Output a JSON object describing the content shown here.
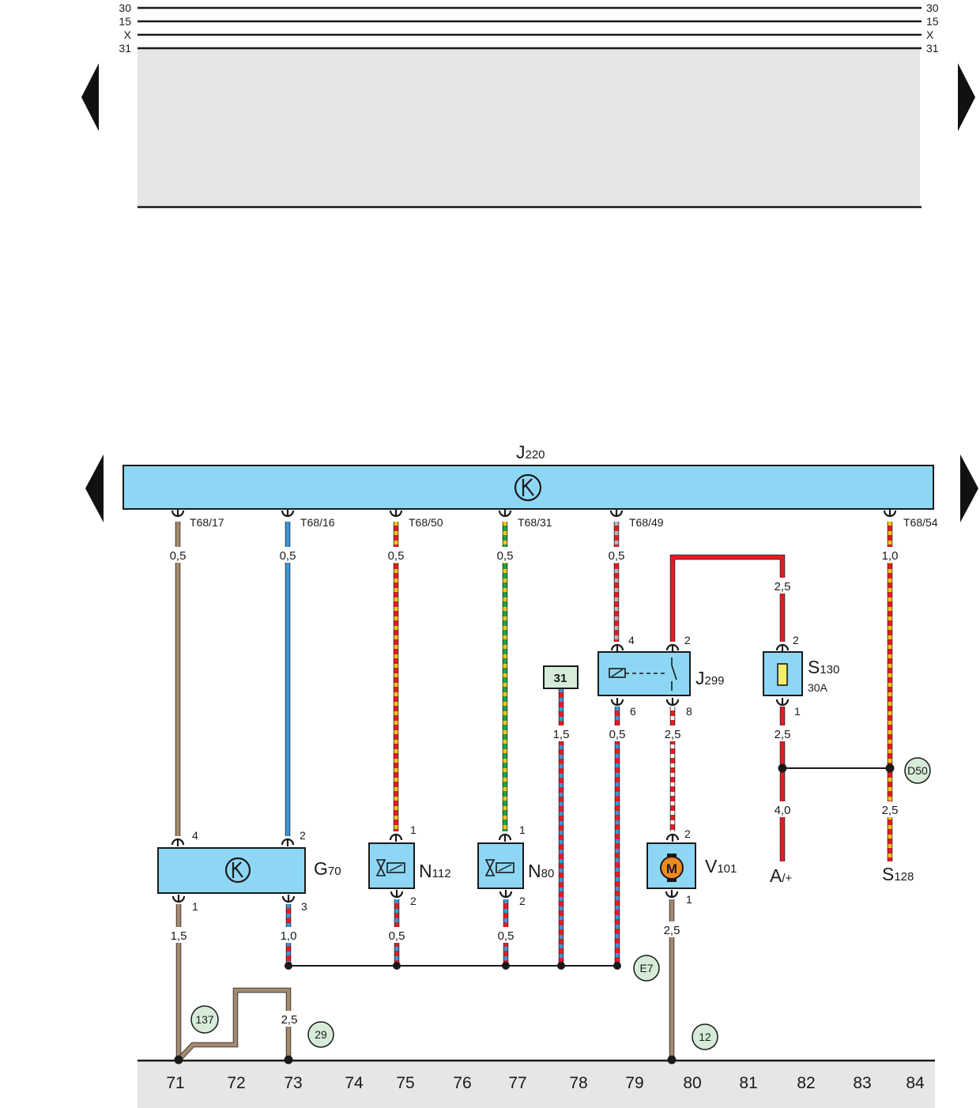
{
  "colors": {
    "panel": "#e6e6e6",
    "module": "#8dd7f5",
    "red": "#e41d25",
    "yellow": "#f6c51c",
    "blue": "#3b97d6",
    "green": "#20a04a",
    "brown": "#a48a6f",
    "grey": "#b7b7b7",
    "white": "#ffffff",
    "badge": "#d6ecd9",
    "motor": "#f08a1f",
    "fuse": "#f4ee6c"
  },
  "rails": {
    "left": [
      "30",
      "15",
      "X",
      "31"
    ],
    "right": [
      "30",
      "15",
      "X",
      "31"
    ]
  },
  "modules": {
    "j220": {
      "name": "J",
      "sub": "220",
      "icon": "control-unit-icon"
    },
    "g70": {
      "name": "G",
      "sub": "70",
      "icon": "control-unit-icon"
    },
    "n112": {
      "name": "N",
      "sub": "112",
      "icon": "valve-icon"
    },
    "n80": {
      "name": "N",
      "sub": "80",
      "icon": "valve-icon"
    },
    "j299": {
      "name": "J",
      "sub": "299",
      "icon": "relay-icon"
    },
    "s130": {
      "name": "S",
      "sub": "130",
      "rating": "30A",
      "icon": "fuse-icon"
    },
    "v101": {
      "name": "V",
      "sub": "101",
      "motor": "M",
      "icon": "motor-icon"
    },
    "a": {
      "name": "A",
      "sub": "/+"
    },
    "s128": {
      "name": "S",
      "sub": "128"
    },
    "ground31": {
      "label": "31"
    }
  },
  "terminals": [
    "T68/17",
    "T68/16",
    "T68/50",
    "T68/31",
    "T68/49",
    "T68/54"
  ],
  "gauges": {
    "w17": "0,5",
    "w16": "0,5",
    "w50": "0,5",
    "w31": "0,5",
    "w49": "0,5",
    "w54": "1,0",
    "j299_2": "2,5",
    "g70_1": "1,5",
    "g70_3": "1,0",
    "n112_2": "0,5",
    "n80_2": "0,5",
    "gnd31": "1,5",
    "j299_6": "0,5",
    "j299_8": "2,5",
    "s130_1": "2,5",
    "a_feed": "4,0",
    "s128_feed": "2,5",
    "v101_1": "2,5",
    "loop": "2,5"
  },
  "pins": {
    "j299": [
      "4",
      "2",
      "6",
      "8"
    ],
    "s130": [
      "2",
      "1"
    ],
    "g70": [
      "4",
      "2",
      "1",
      "3"
    ],
    "n112": [
      "1",
      "2"
    ],
    "n80": [
      "1",
      "2"
    ],
    "v101": [
      "2",
      "1"
    ]
  },
  "badges": [
    "D50",
    "E7",
    "137",
    "29",
    "12"
  ],
  "columns": [
    "71",
    "72",
    "73",
    "74",
    "75",
    "76",
    "77",
    "78",
    "79",
    "80",
    "81",
    "82",
    "83",
    "84"
  ]
}
